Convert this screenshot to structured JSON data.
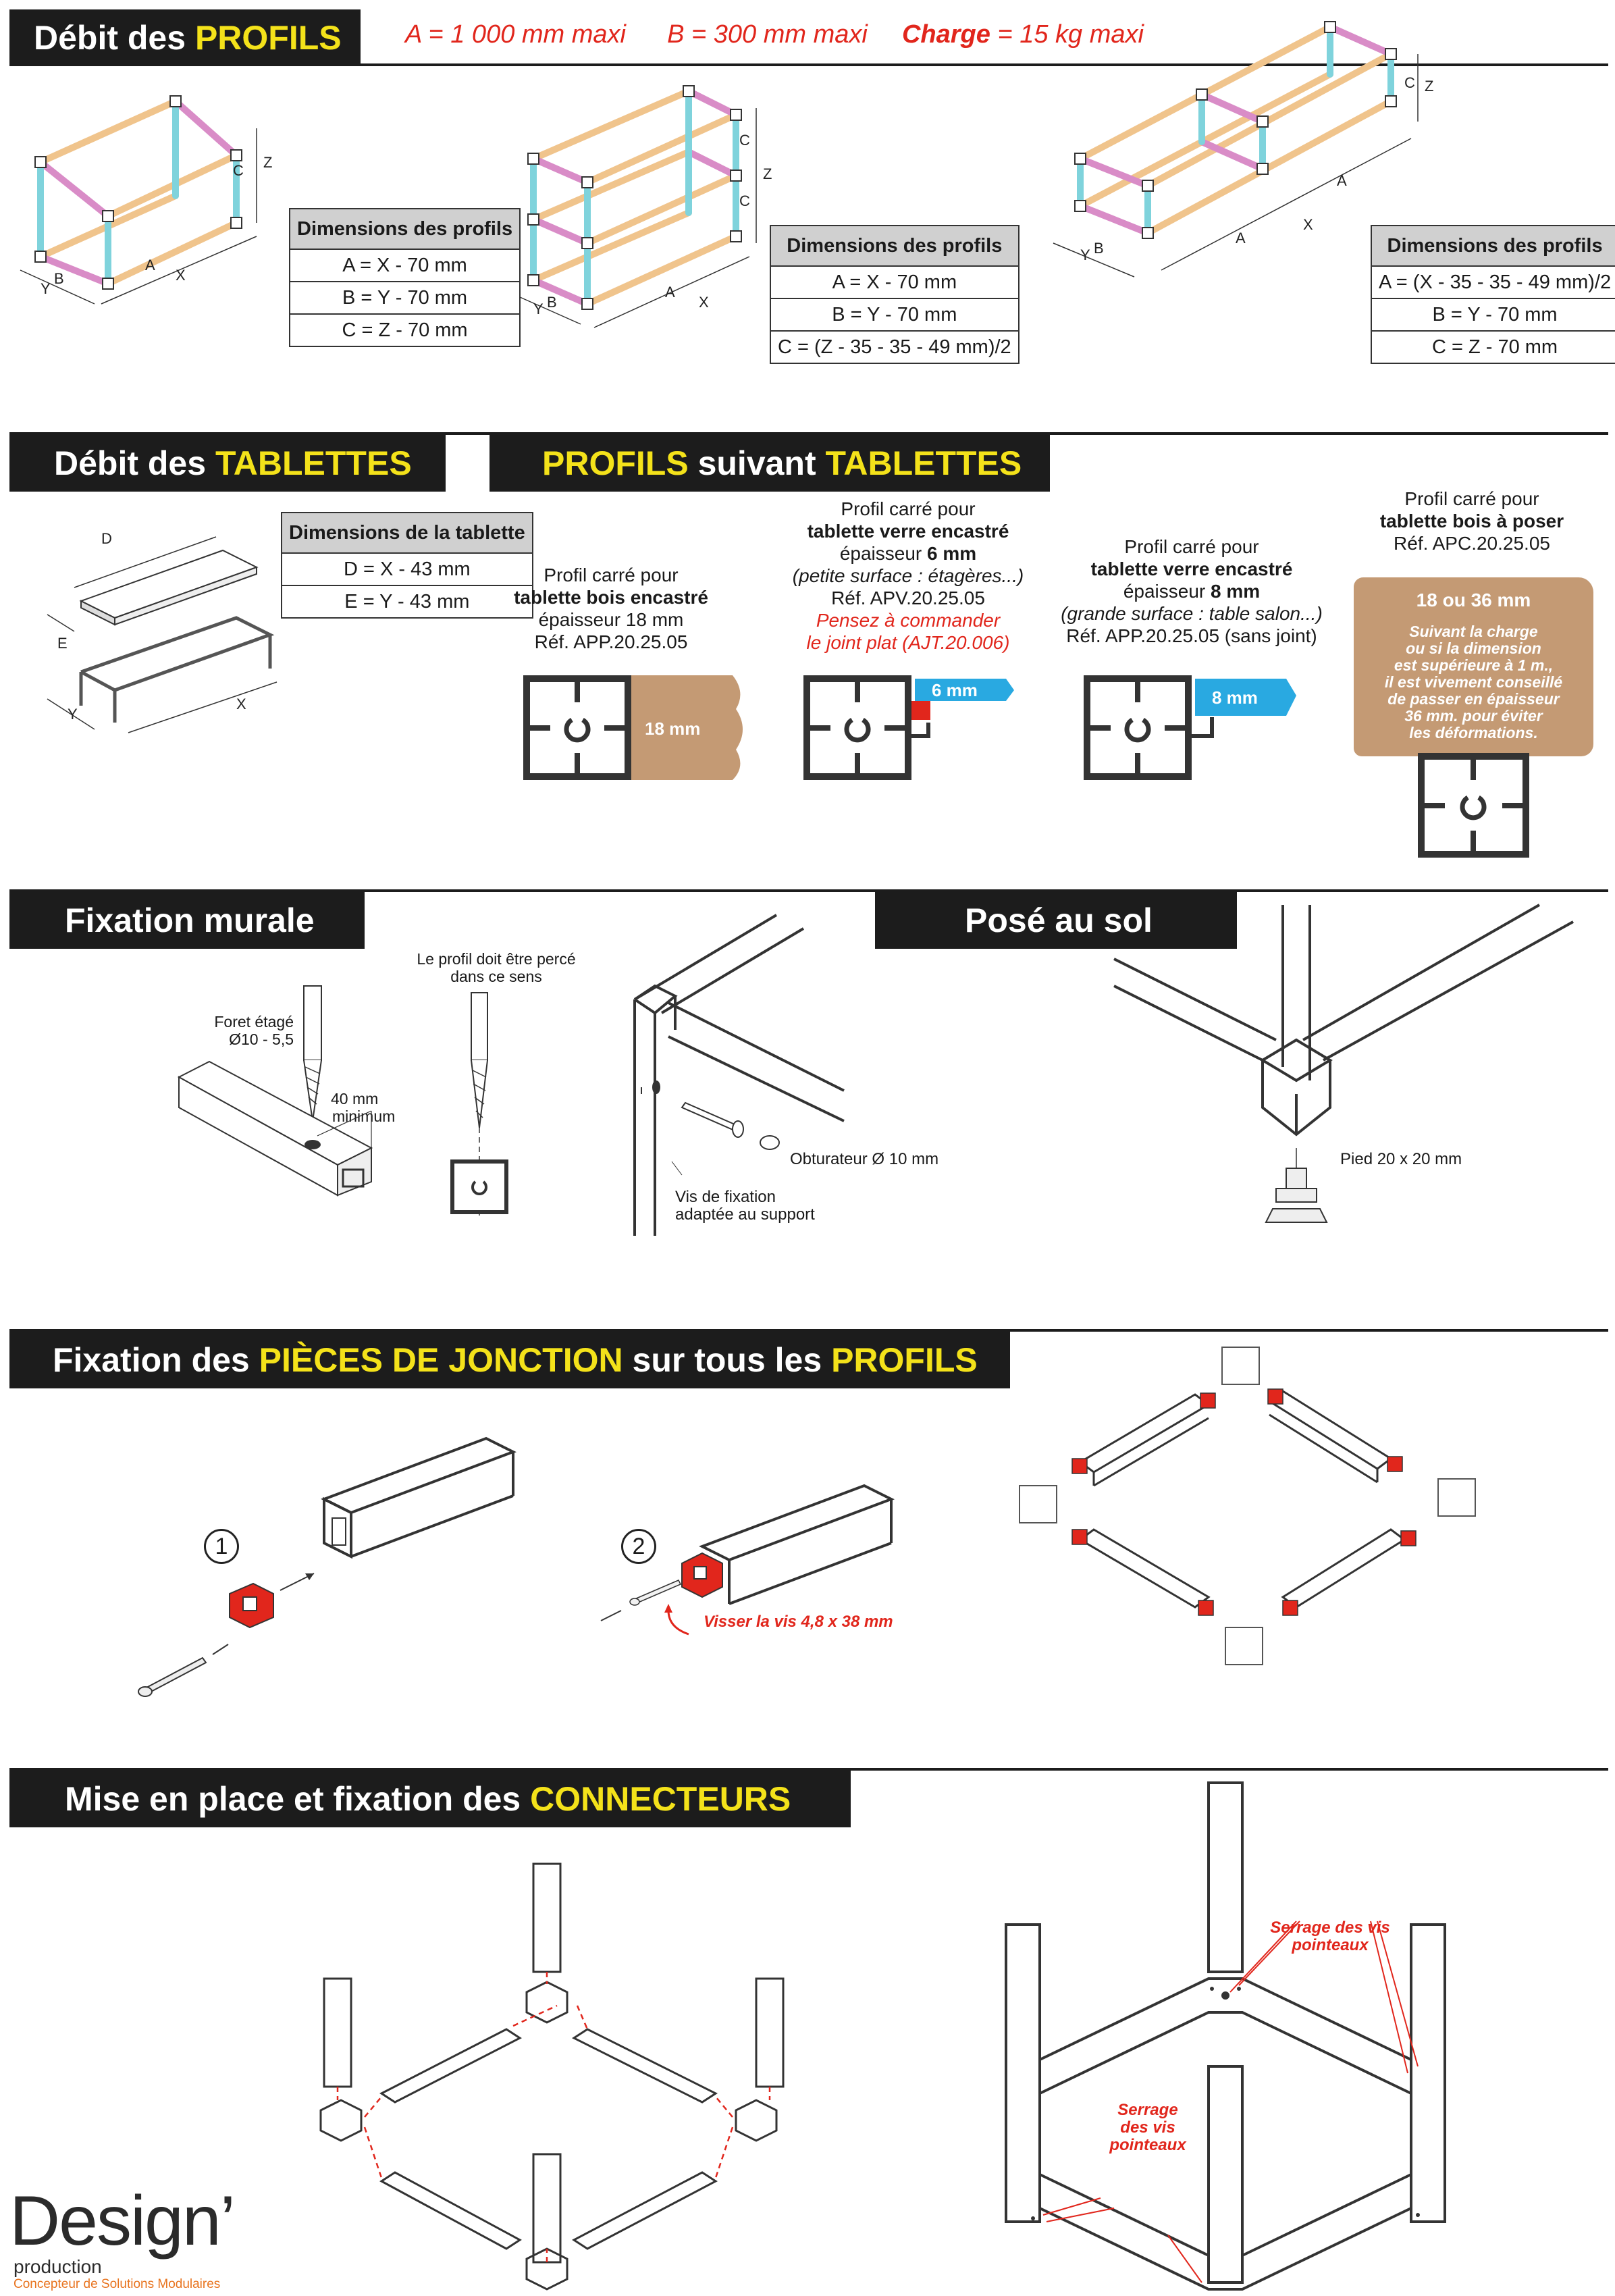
{
  "profils": {
    "header_prefix": "Débit des ",
    "header_highlight": "PROFILS",
    "limits": {
      "a": "A = 1 000 mm maxi",
      "b": "B = 300 mm maxi",
      "charge_label": "Charge",
      "charge_value": " = 15 kg maxi"
    },
    "table1": {
      "header": "Dimensions des profils",
      "rows": [
        "A = X - 70 mm",
        "B = Y - 70 mm",
        "C = Z - 70 mm"
      ]
    },
    "table2": {
      "header": "Dimensions des profils",
      "rows": [
        "A = X - 70 mm",
        "B = Y - 70 mm",
        "C = (Z - 35 - 35 - 49 mm)/2"
      ]
    },
    "table3": {
      "header": "Dimensions des profils",
      "rows": [
        "A = (X - 35 - 35 - 49 mm)/2",
        "B = Y - 70 mm",
        "C = Z - 70 mm"
      ]
    },
    "dim_letters": [
      "A",
      "B",
      "C",
      "X",
      "Y",
      "Z"
    ]
  },
  "tablettes": {
    "header_prefix": "Débit des ",
    "header_highlight": "TABLETTES",
    "table": {
      "header": "Dimensions de la tablette",
      "rows": [
        "D = X - 43 mm",
        "E = Y - 43 mm"
      ]
    },
    "dim_letters": [
      "D",
      "E",
      "X",
      "Y"
    ]
  },
  "suivant": {
    "header_a": "PROFILS",
    "header_mid": " suivant ",
    "header_b": "TABLETTES",
    "items": [
      {
        "l1": "Profil carré pour",
        "l2": "tablette bois encastré",
        "l3": "épaisseur 18 mm",
        "l4": "Réf. APP.20.25.05",
        "thickness": "18 mm"
      },
      {
        "l1": "Profil carré pour",
        "l2": "tablette verre encastré",
        "l3a": "épaisseur ",
        "l3b": "6 mm",
        "l4": "(petite surface : étagères...)",
        "l5": "Réf. APV.20.25.05",
        "l6": "Pensez à commander",
        "l7": "le joint plat (AJT.20.006)",
        "thickness": "6 mm"
      },
      {
        "l1": "Profil carré pour",
        "l2": "tablette verre encastré",
        "l3a": "épaisseur ",
        "l3b": "8 mm",
        "l4": "(grande surface : table salon...)",
        "l5": "Réf. APP.20.25.05 (sans joint)",
        "thickness": "8 mm"
      },
      {
        "l1": "Profil carré pour",
        "l2": "tablette bois à poser",
        "l3": "Réf. APC.20.25.05",
        "thickness": "18 ou 36 mm",
        "note": [
          "Suivant la charge",
          "ou si la dimension",
          "est supérieure à 1 m.,",
          "il est vivement conseillé",
          "de passer en épaisseur",
          "36 mm. pour éviter",
          "les déformations."
        ]
      }
    ],
    "colors": {
      "wood": "#c49a74",
      "glass": "#29a9e1",
      "joint": "#e1261c"
    }
  },
  "murale": {
    "header": "Fixation murale",
    "foret": [
      "Foret étagé",
      "Ø10 - 5,5"
    ],
    "min": [
      "40 mm",
      "minimum"
    ],
    "percage": [
      "Le profil doit être percé",
      "dans ce sens"
    ],
    "obturateur": "Obturateur Ø 10 mm",
    "vis": [
      "Vis de fixation",
      "adaptée au support"
    ]
  },
  "sol": {
    "header": "Posé au sol",
    "pied": "Pied 20 x 20 mm"
  },
  "jonction": {
    "header_prefix": "Fixation des ",
    "header_a": "PIÈCES DE JONCTION",
    "header_mid": " sur tous les ",
    "header_b": "PROFILS",
    "step1": "1",
    "step2": "2",
    "visser": "Visser la vis 4,8 x 38 mm"
  },
  "connecteurs": {
    "header_prefix": "Mise en place et fixation des ",
    "header_highlight": "CONNECTEURS",
    "serrage1": [
      "Serrage des vis",
      "pointeaux"
    ],
    "serrage2": [
      "Serrage",
      "des vis",
      "pointeaux"
    ]
  },
  "logo": {
    "brand": "Design’",
    "sub": "production",
    "tagline": "Concepteur de Solutions Modulaires"
  },
  "colors": {
    "header_bg": "#1c1c1c",
    "highlight": "#f4e21a",
    "red": "#e1261c",
    "pink": "#d98cc7",
    "cyan": "#7fd3dc",
    "beige": "#f0c48c"
  }
}
